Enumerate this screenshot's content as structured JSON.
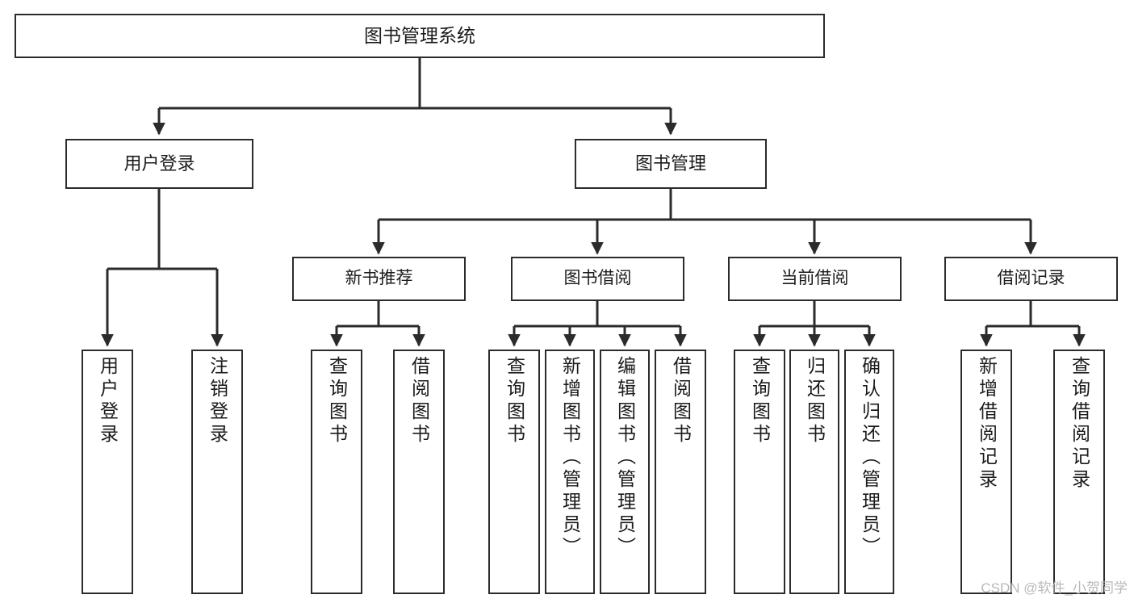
{
  "diagram": {
    "type": "tree-hierarchy",
    "title": "图书管理系统",
    "watermark": "CSDN @软件_小贺同学",
    "colors": {
      "background": "#ffffff",
      "border": "#2b2b2b",
      "text": "#1b1b1b",
      "edge": "#2b2b2b",
      "watermark": "#b9b9b9"
    },
    "nodes": {
      "root": {
        "label": "图书管理系统"
      },
      "level2": [
        {
          "id": "user-login",
          "label": "用户登录"
        },
        {
          "id": "book-management",
          "label": "图书管理"
        }
      ],
      "level3": [
        {
          "id": "new-book-recommend",
          "label": "新书推荐"
        },
        {
          "id": "book-borrow",
          "label": "图书借阅"
        },
        {
          "id": "current-borrow",
          "label": "当前借阅"
        },
        {
          "id": "borrow-record",
          "label": "借阅记录"
        }
      ],
      "leaves": [
        {
          "id": "leaf-user-login",
          "parent": "user-login",
          "label": "用户登录"
        },
        {
          "id": "leaf-logout",
          "parent": "user-login",
          "label": "注销登录"
        },
        {
          "id": "leaf-query-book-1",
          "parent": "new-book-recommend",
          "label": "查询图书"
        },
        {
          "id": "leaf-borrow-book-1",
          "parent": "new-book-recommend",
          "label": "借阅图书"
        },
        {
          "id": "leaf-query-book-2",
          "parent": "book-borrow",
          "label": "查询图书"
        },
        {
          "id": "leaf-add-book-admin",
          "parent": "book-borrow",
          "label": "新增图书（管理员）"
        },
        {
          "id": "leaf-edit-book-admin",
          "parent": "book-borrow",
          "label": "编辑图书（管理员）"
        },
        {
          "id": "leaf-borrow-book-2",
          "parent": "book-borrow",
          "label": "借阅图书"
        },
        {
          "id": "leaf-query-book-3",
          "parent": "current-borrow",
          "label": "查询图书"
        },
        {
          "id": "leaf-return-book",
          "parent": "current-borrow",
          "label": "归还图书"
        },
        {
          "id": "leaf-confirm-return-admin",
          "parent": "current-borrow",
          "label": "确认归还（管理员）"
        },
        {
          "id": "leaf-add-borrow-record",
          "parent": "borrow-record",
          "label": "新增借阅记录"
        },
        {
          "id": "leaf-query-borrow-record",
          "parent": "borrow-record",
          "label": "查询借阅记录"
        }
      ]
    }
  }
}
